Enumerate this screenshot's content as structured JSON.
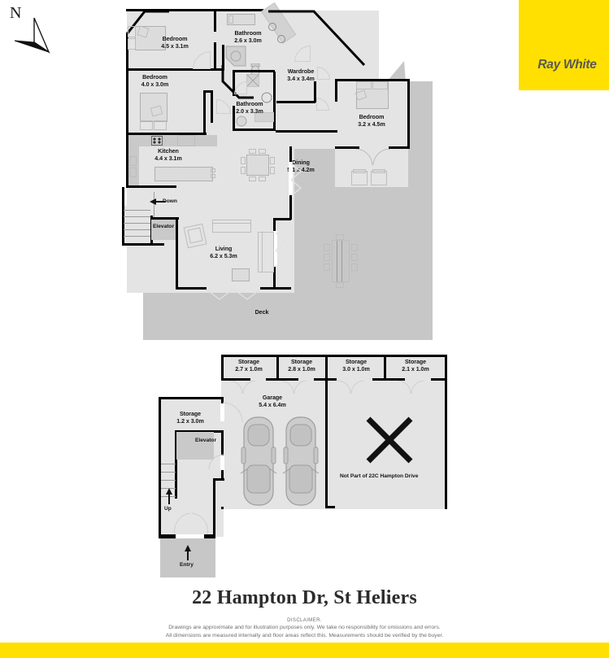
{
  "brand": {
    "name": "Ray White",
    "color": "#FFE000"
  },
  "compass": {
    "label": "N",
    "icon": "north-arrow-icon"
  },
  "title": "22 Hampton Dr, St Heliers",
  "disclaimer": {
    "heading": "DISCLAIMER.",
    "line1": "Drawings are approximate and for illustration purposes only. We take no responsibility for omissions and errors.",
    "line2": "All dimensions are measured internally and floor areas reflect this. Measurements should be verified by the buyer."
  },
  "upper_floor": {
    "rooms": [
      {
        "name": "Bedroom",
        "dims": "4.5 x 3.1m"
      },
      {
        "name": "Bedroom",
        "dims": "4.0 x 3.0m"
      },
      {
        "name": "Bathroom",
        "dims": "2.6 x 3.0m"
      },
      {
        "name": "Wardrobe",
        "dims": "3.4 x 3.4m"
      },
      {
        "name": "Bathroom",
        "dims": "2.0 x 3.3m"
      },
      {
        "name": "Bedroom",
        "dims": "3.2 x 4.5m"
      },
      {
        "name": "Kitchen",
        "dims": "4.4 x 3.1m"
      },
      {
        "name": "Dining",
        "dims": "5.1 x 4.2m"
      },
      {
        "name": "Living",
        "dims": "6.2 x 5.3m"
      }
    ],
    "markers": {
      "stairs": "Down",
      "elevator": "Elevator",
      "deck": "Deck"
    }
  },
  "lower_floor": {
    "storages": [
      {
        "name": "Storage",
        "dims": "2.7 x 1.0m"
      },
      {
        "name": "Storage",
        "dims": "2.8 x 1.0m"
      },
      {
        "name": "Storage",
        "dims": "3.0 x 1.0m"
      },
      {
        "name": "Storage",
        "dims": "2.1 x 1.0m"
      }
    ],
    "side_storage": {
      "name": "Storage",
      "dims": "1.2 x 3.0m"
    },
    "garage": {
      "name": "Garage",
      "dims": "5.4 x 6.4m"
    },
    "excluded_note": "Not Part of 22C Hampton Drive",
    "markers": {
      "elevator": "Elevator",
      "stairs": "Up",
      "entry": "Entry"
    }
  },
  "colors": {
    "brand_yellow": "#FFE000",
    "wall": "#000000",
    "floor": "#E4E4E4",
    "deck": "#C7C7C7",
    "text": "#141414"
  }
}
